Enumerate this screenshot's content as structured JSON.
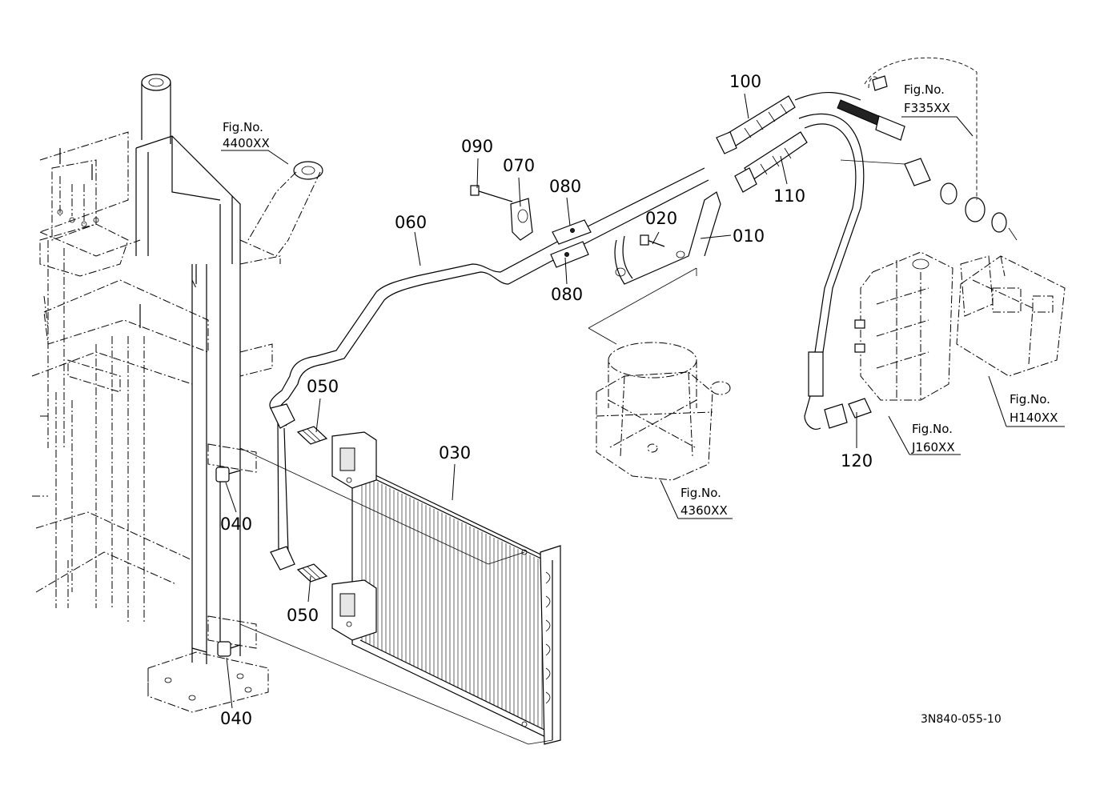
{
  "diagram_code": "3N840-055-10",
  "parts": [
    {
      "id": "p010",
      "label": "010"
    },
    {
      "id": "p020",
      "label": "020"
    },
    {
      "id": "p030",
      "label": "030"
    },
    {
      "id": "p040a",
      "label": "040"
    },
    {
      "id": "p040b",
      "label": "040"
    },
    {
      "id": "p050a",
      "label": "050"
    },
    {
      "id": "p050b",
      "label": "050"
    },
    {
      "id": "p060",
      "label": "060"
    },
    {
      "id": "p070",
      "label": "070"
    },
    {
      "id": "p080a",
      "label": "080"
    },
    {
      "id": "p080b",
      "label": "080"
    },
    {
      "id": "p090",
      "label": "090"
    },
    {
      "id": "p100",
      "label": "100"
    },
    {
      "id": "p110",
      "label": "110"
    },
    {
      "id": "p120",
      "label": "120"
    }
  ],
  "figure_refs": [
    {
      "id": "f4400",
      "prefix": "Fig.No.",
      "code": "4400XX"
    },
    {
      "id": "f4360",
      "prefix": "Fig.No.",
      "code": "4360XX"
    },
    {
      "id": "fF335",
      "prefix": "Fig.No.",
      "code": "F335XX"
    },
    {
      "id": "fJ160",
      "prefix": "Fig.No.",
      "code": "J160XX"
    },
    {
      "id": "fH140",
      "prefix": "Fig.No.",
      "code": "H140XX"
    }
  ]
}
